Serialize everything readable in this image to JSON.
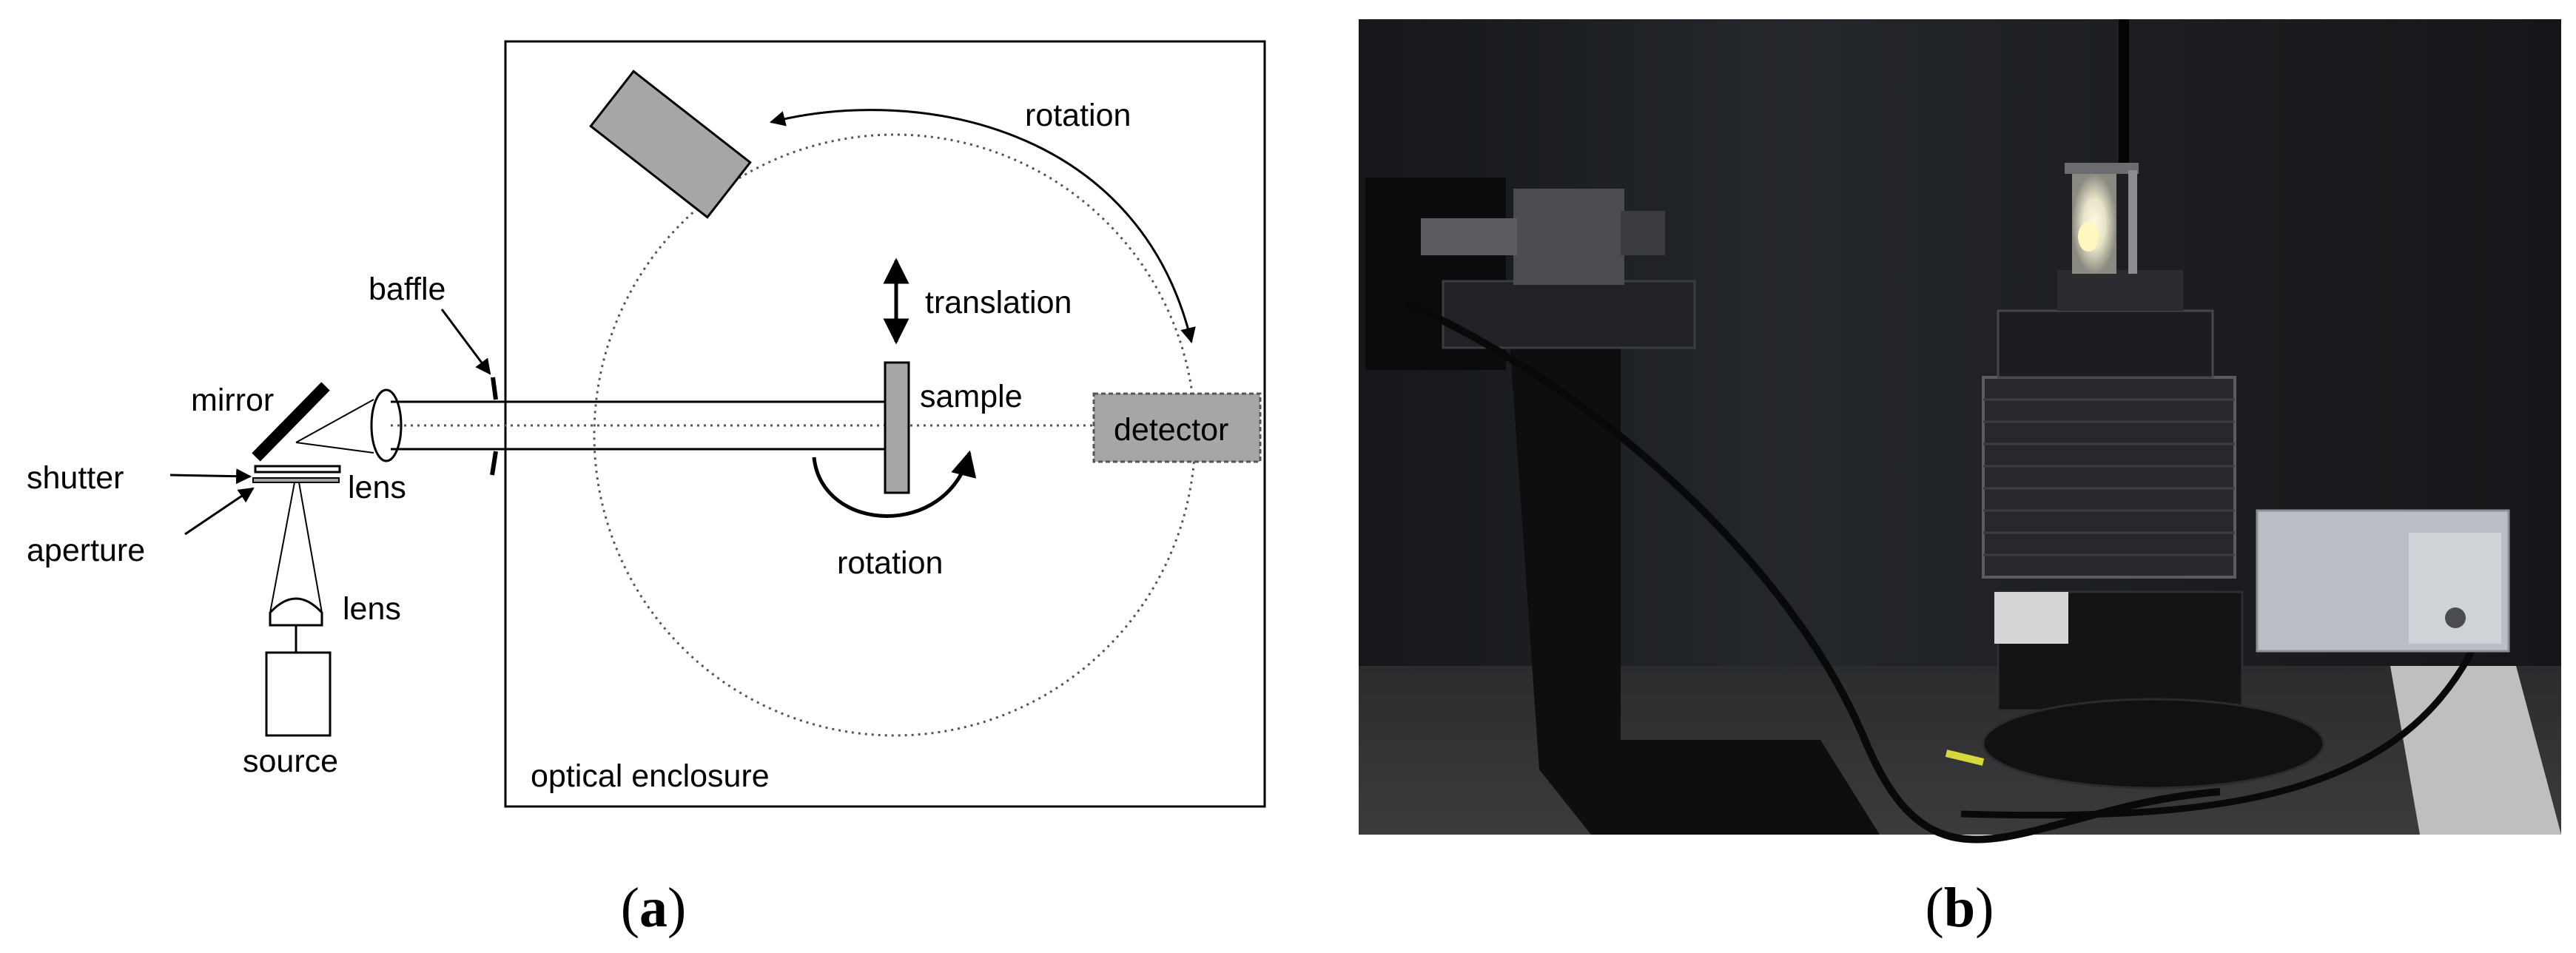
{
  "panel_a": {
    "enclosure_label": "optical enclosure",
    "labels": {
      "rotation_top": "rotation",
      "translation": "translation",
      "sample": "sample",
      "detector": "detector",
      "rotation_bottom": "rotation",
      "baffle": "baffle",
      "mirror": "mirror",
      "shutter": "shutter",
      "lens_upper": "lens",
      "aperture": "aperture",
      "lens_lower": "lens",
      "source": "source"
    },
    "caption": {
      "open": "(",
      "letter": "a",
      "close": ")"
    }
  },
  "panel_b": {
    "caption": {
      "open": "(",
      "letter": "b",
      "close": ")"
    }
  },
  "colors": {
    "component_fill": "#a6a6a6",
    "photo_background": "#1a1c1f"
  }
}
